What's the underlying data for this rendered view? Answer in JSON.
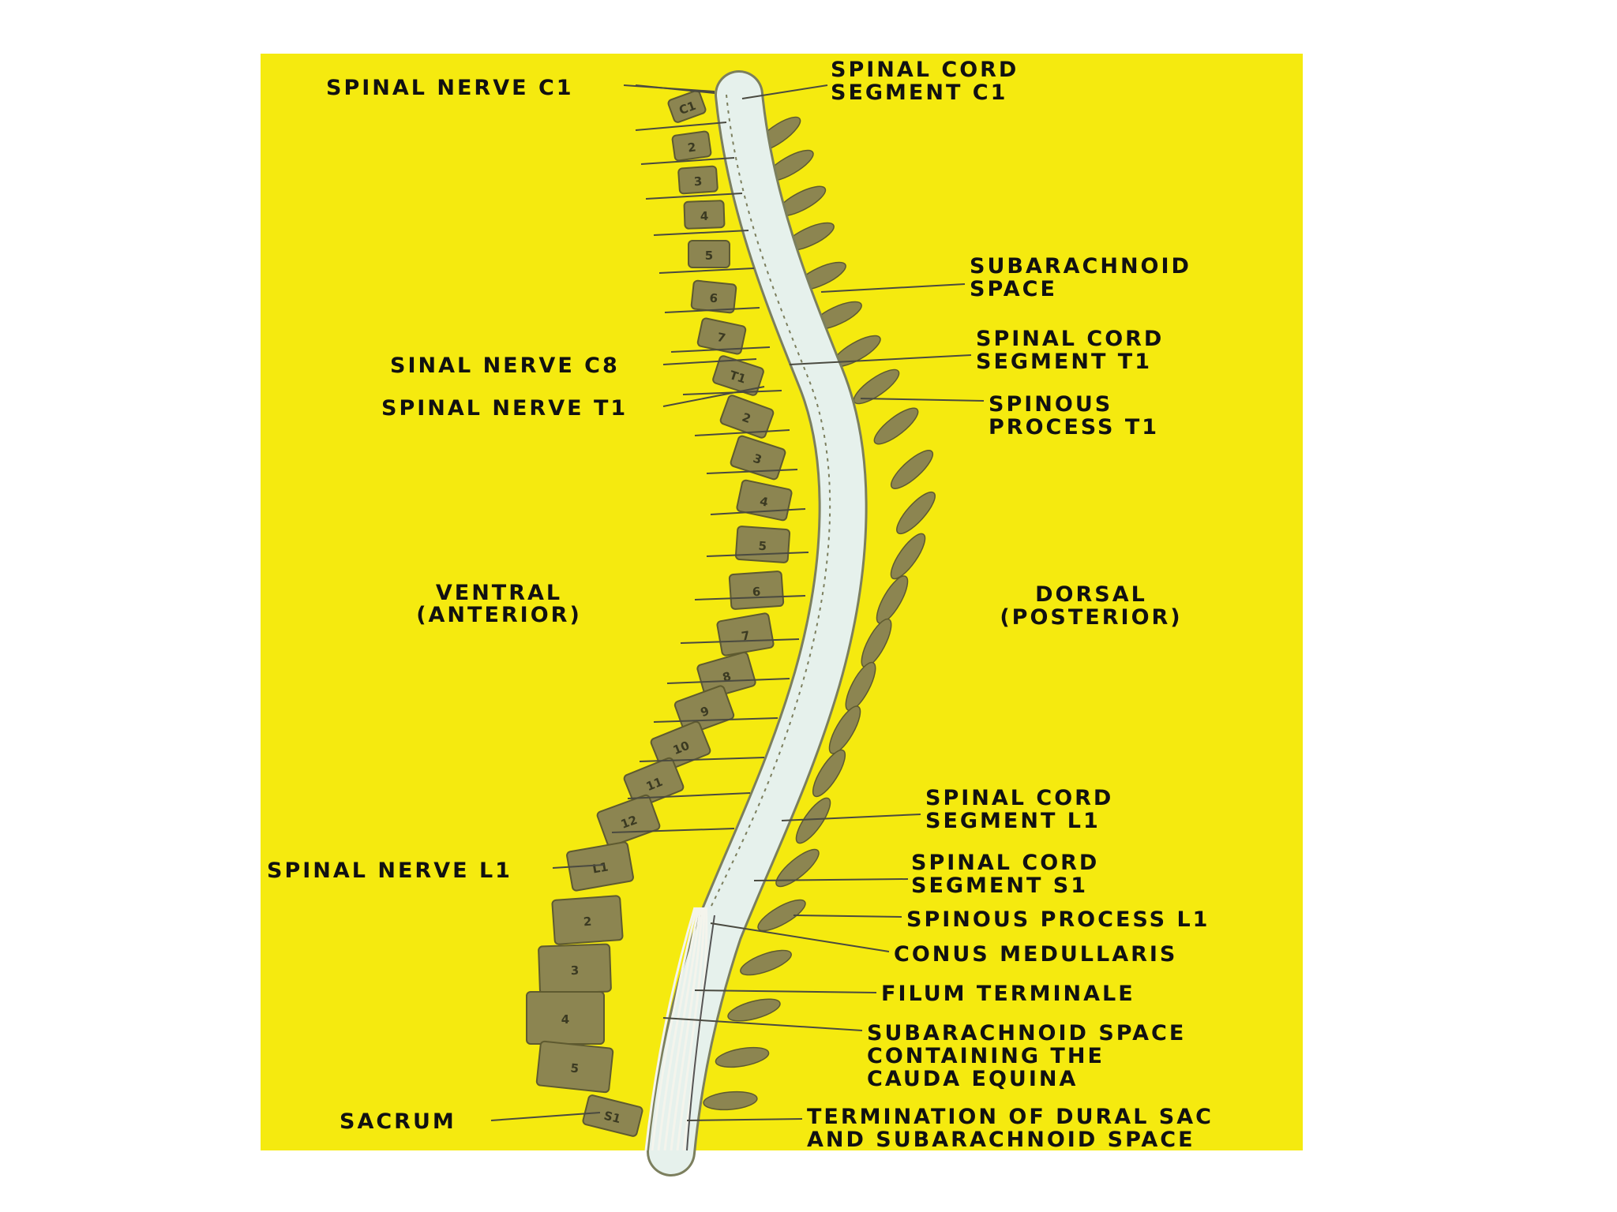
{
  "colors": {
    "background": "#f5ea0f",
    "bone": "#8c8551",
    "bone_edge": "#5e5a30",
    "cord": "#e6f1ec",
    "cord_edge": "#7c7f5e",
    "nerve": "#f4f4ec",
    "line": "#4a4a40",
    "text": "#111111"
  },
  "labels": {
    "spinal_nerve_c1": "SPINAL NERVE C1",
    "spinal_cord_segment_c1": [
      "SPINAL CORD",
      "SEGMENT C1"
    ],
    "subarachnoid_space": [
      "SUBARACHNOID",
      "SPACE"
    ],
    "spinal_cord_segment_t1": [
      "SPINAL CORD",
      "SEGMENT T1"
    ],
    "spinous_process_t1": [
      "SPINOUS",
      "PROCESS T1"
    ],
    "sinal_nerve_c8": "SINAL NERVE C8",
    "spinal_nerve_t1": "SPINAL NERVE T1",
    "ventral": [
      "VENTRAL",
      "(ANTERIOR)"
    ],
    "dorsal": [
      "DORSAL",
      "(POSTERIOR)"
    ],
    "spinal_cord_segment_l1": [
      "SPINAL CORD",
      "SEGMENT L1"
    ],
    "spinal_cord_segment_s1": [
      "SPINAL CORD",
      "SEGMENT S1"
    ],
    "spinal_nerve_l1": "SPINAL NERVE L1",
    "spinous_process_l1": "SPINOUS PROCESS L1",
    "conus_medullaris": "CONUS MEDULLARIS",
    "filum_terminale": "FILUM TERMINALE",
    "subarachnoid_cauda": [
      "SUBARACHNOID SPACE",
      "CONTAINING THE",
      "CAUDA EQUINA"
    ],
    "sacrum": "SACRUM",
    "termination": [
      "TERMINATION OF DURAL SAC",
      "AND SUBARACHNOID SPACE"
    ]
  },
  "vertebrae": {
    "cervical": [
      "C1",
      "2",
      "3",
      "4",
      "5",
      "6",
      "7"
    ],
    "thoracic": [
      "T1",
      "2",
      "3",
      "4",
      "5",
      "6",
      "7",
      "8",
      "9",
      "10",
      "11",
      "12"
    ],
    "lumbar": [
      "L1",
      "2",
      "3",
      "4",
      "5"
    ],
    "sacral": [
      "S1"
    ]
  }
}
